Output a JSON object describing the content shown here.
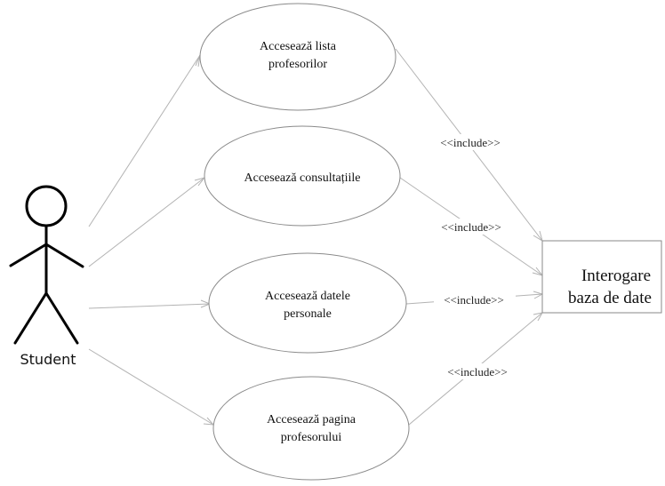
{
  "actor": {
    "label": "Student"
  },
  "use_cases": [
    {
      "lines": [
        "Accesează lista",
        "profesorilor"
      ]
    },
    {
      "lines": [
        "Accesează consultațiile"
      ]
    },
    {
      "lines": [
        "Accesează datele",
        "personale"
      ]
    },
    {
      "lines": [
        "Accesează pagina",
        "profesorului"
      ]
    }
  ],
  "include_label": "<<include>>",
  "database": {
    "lines": [
      "Interogare",
      "baza de date"
    ]
  }
}
